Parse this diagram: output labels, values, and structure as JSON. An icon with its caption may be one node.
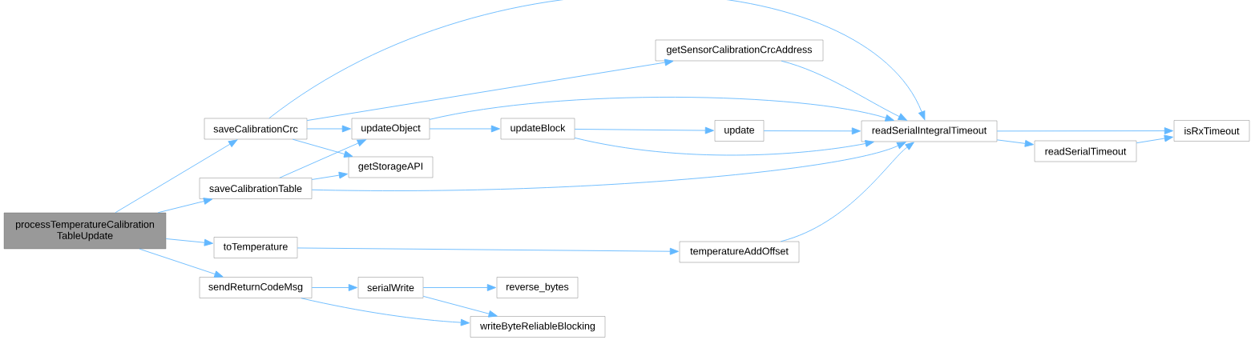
{
  "diagram": {
    "nodes": [
      {
        "text": [
          "processTemperatureCalibration TableUpdate"
        ]
      },
      {
        "text": [
          "saveCalibrationCrc"
        ]
      },
      {
        "text": [
          "saveCalibrationTable"
        ]
      },
      {
        "text": [
          "toTemperature"
        ]
      },
      {
        "text": [
          "sendReturnCodeMsg"
        ]
      },
      {
        "text": [
          "getSensorCalibrationCrcAddress"
        ]
      },
      {
        "text": [
          "updateObject"
        ]
      },
      {
        "text": [
          "getStorageAPI"
        ]
      },
      {
        "text": [
          "updateBlock"
        ]
      },
      {
        "text": [
          "update"
        ]
      },
      {
        "text": [
          "readSerialIntegralTimeout"
        ]
      },
      {
        "text": [
          "temperatureAddOffset"
        ]
      },
      {
        "text": [
          "serialWrite"
        ]
      },
      {
        "text": [
          "reverse_bytes"
        ]
      },
      {
        "text": [
          "writeByteReliableBlocking"
        ]
      },
      {
        "text": [
          "readSerialTimeout"
        ]
      },
      {
        "text": [
          "isRxTimeout"
        ]
      }
    ],
    "edges": [
      {
        "from": 0,
        "to": 1,
        "arrow": "to"
      },
      {
        "from": 0,
        "to": 2,
        "arrow": "to"
      },
      {
        "from": 0,
        "to": 3,
        "arrow": "to"
      },
      {
        "from": 0,
        "to": 4,
        "arrow": "to"
      },
      {
        "from": 1,
        "to": 10,
        "arrow": "to"
      },
      {
        "from": 1,
        "to": 5,
        "arrow": "to"
      },
      {
        "from": 1,
        "to": 6,
        "arrow": "to"
      },
      {
        "from": 1,
        "to": 7,
        "arrow": "to"
      },
      {
        "from": 2,
        "to": 6,
        "arrow": "to"
      },
      {
        "from": 2,
        "to": 7,
        "arrow": "to"
      },
      {
        "from": 2,
        "to": 10,
        "arrow": "to"
      },
      {
        "from": 3,
        "to": 11,
        "arrow": "to"
      },
      {
        "from": 4,
        "to": 12,
        "arrow": "to"
      },
      {
        "from": 4,
        "to": 14,
        "arrow": "to"
      },
      {
        "from": 12,
        "to": 13,
        "arrow": "to"
      },
      {
        "from": 12,
        "to": 14,
        "arrow": "to"
      },
      {
        "from": 6,
        "to": 8,
        "arrow": "to"
      },
      {
        "from": 6,
        "to": 10,
        "arrow": "to"
      },
      {
        "from": 8,
        "to": 9,
        "arrow": "to"
      },
      {
        "from": 8,
        "to": 10,
        "arrow": "to"
      },
      {
        "from": 9,
        "to": 10,
        "arrow": "to"
      },
      {
        "from": 5,
        "to": 10,
        "arrow": "to"
      },
      {
        "from": 11,
        "to": 10,
        "arrow": "to"
      },
      {
        "from": 10,
        "to": 16,
        "arrow": "to"
      },
      {
        "from": 10,
        "to": 15,
        "arrow": "to"
      },
      {
        "from": 15,
        "to": 16,
        "arrow": "to"
      }
    ]
  }
}
